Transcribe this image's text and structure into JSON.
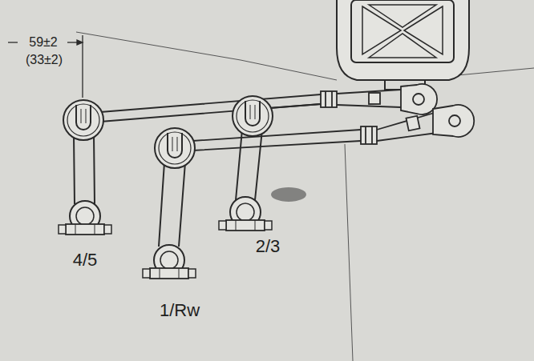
{
  "diagram": {
    "labels": [
      "59±2",
      "(33±2)",
      "4/5",
      "1/Rw",
      "2/3"
    ]
  }
}
